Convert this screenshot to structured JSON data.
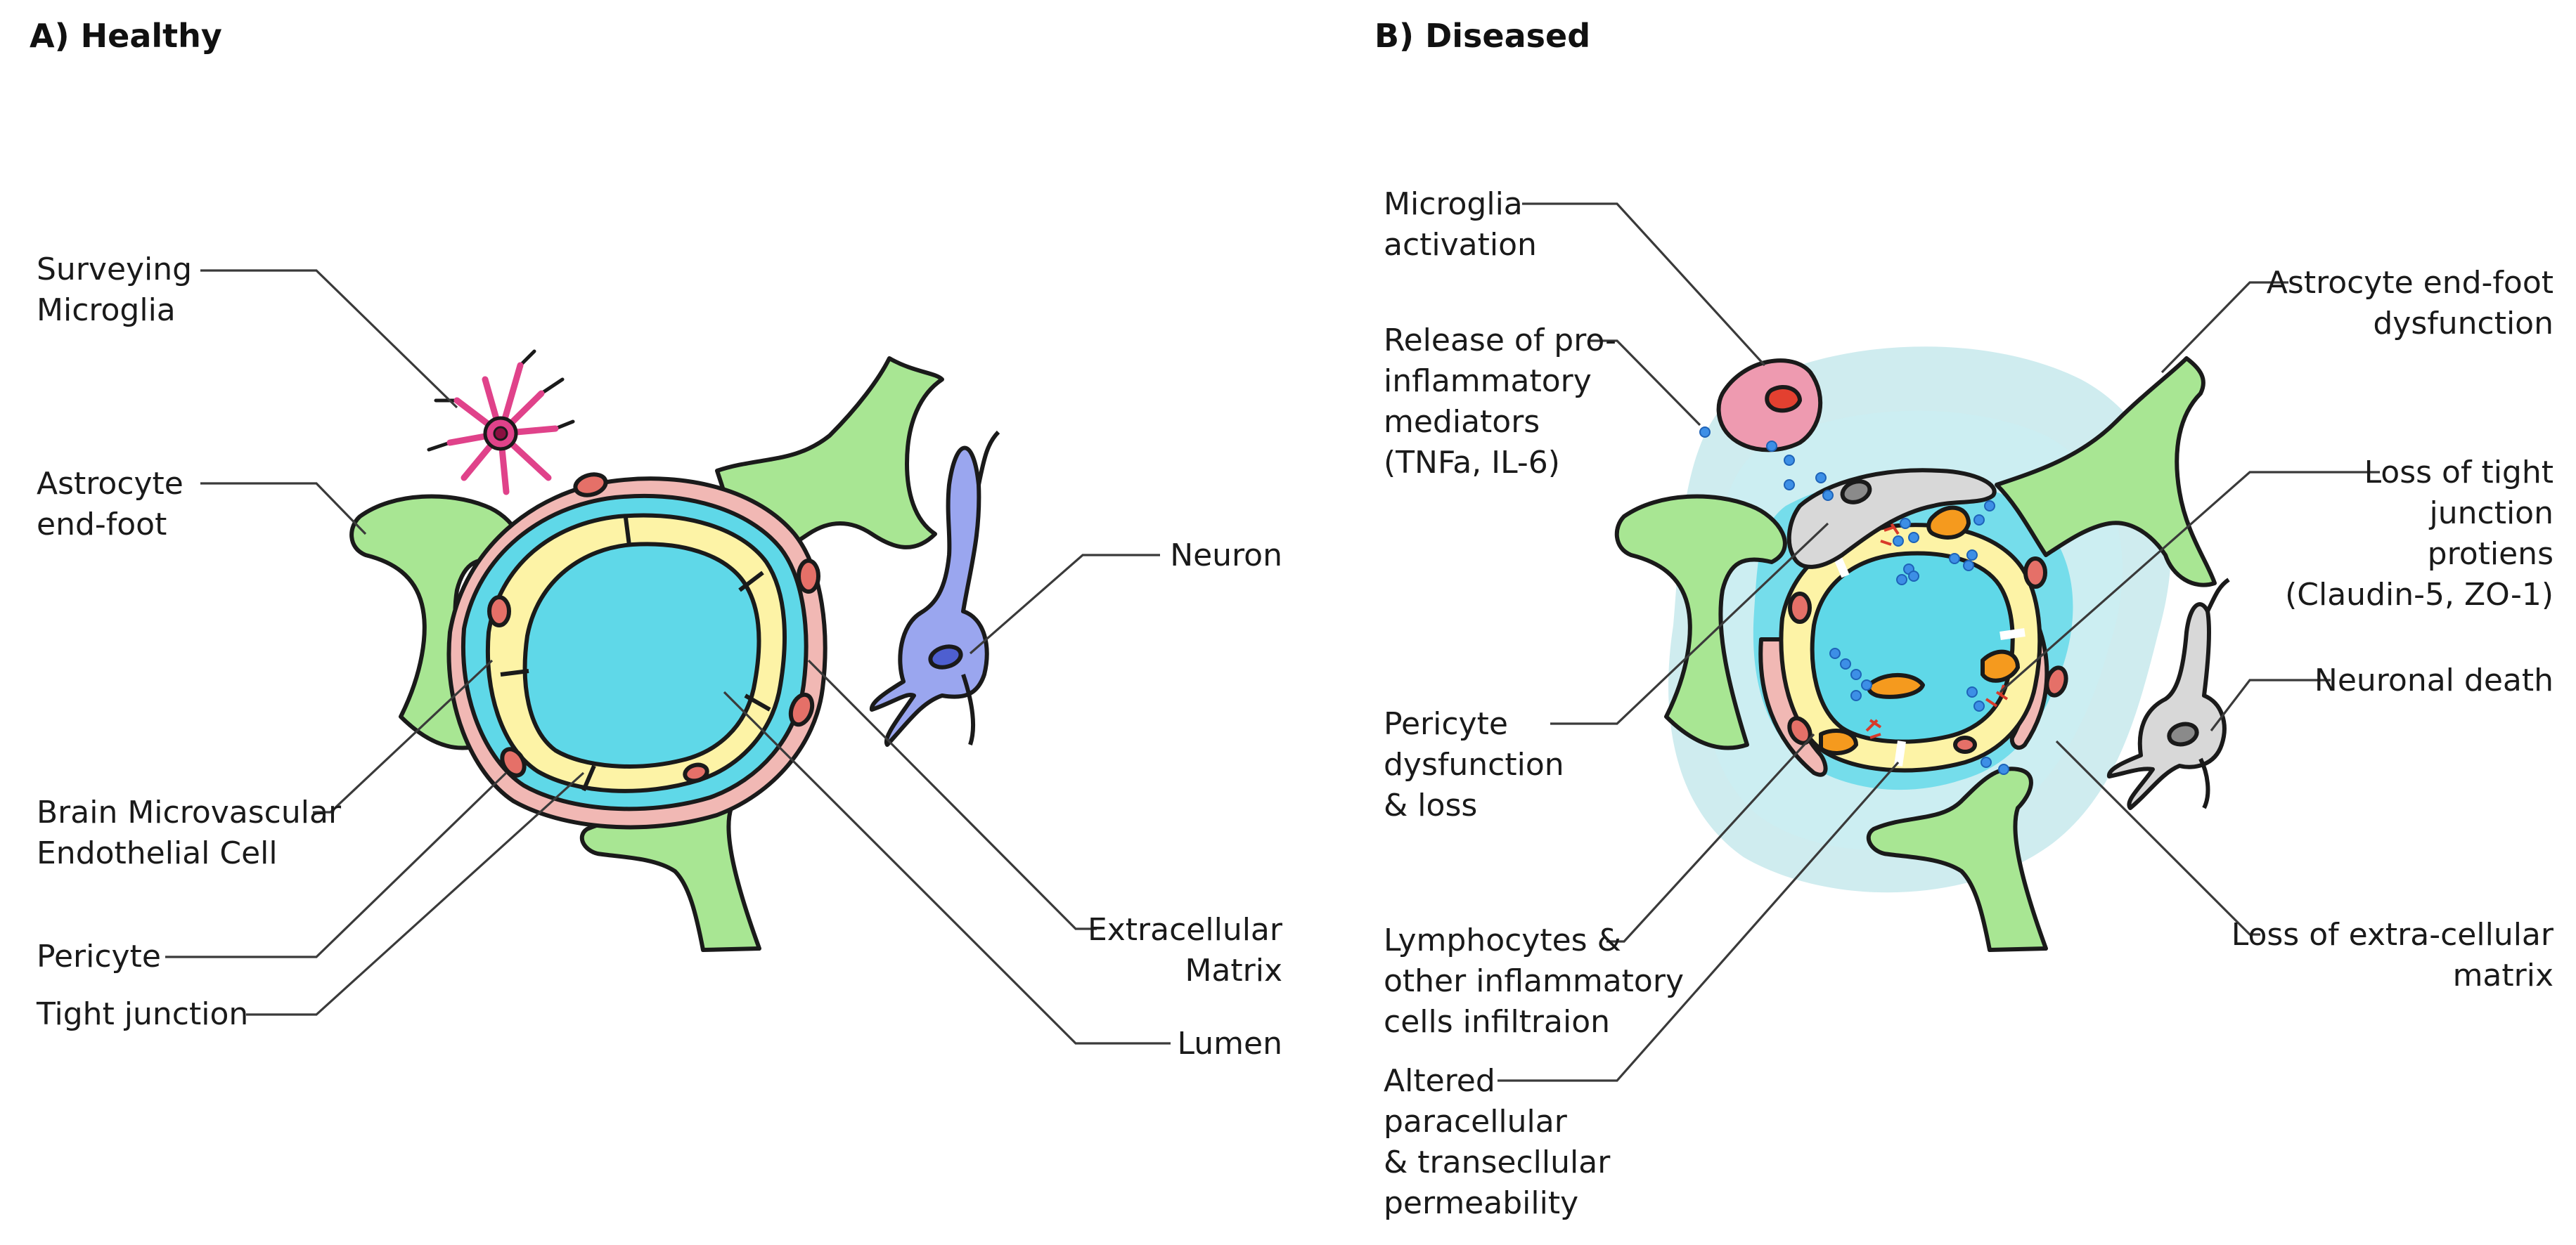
{
  "panels": [
    {
      "title": "A) Healthy"
    },
    {
      "title": "B) Diseased"
    }
  ],
  "healthy_labels": {
    "surveying_microglia": "Surveying\nMicroglia",
    "astrocyte_end_foot": "Astrocyte\nend-foot",
    "endothelial_cell": "Brain Microvascular\nEndothelial Cell",
    "pericyte": "Pericyte",
    "tight_junction": "Tight junction",
    "neuron": "Neuron",
    "extracellular_matrix": "Extracellular\nMatrix",
    "lumen": "Lumen"
  },
  "diseased_labels": {
    "microglia_activation": "Microglia\nactivation",
    "pro_inflammatory": "Release of pro-\ninflammatory\nmediators\n(TNFa, IL-6)",
    "pericyte_dysfunction": "Pericyte\ndysfunction\n& loss",
    "lymphocytes": "Lymphocytes &\nother inflammatory\ncells infiltraion",
    "permeability": "Altered\nparacellular\n& transecllular\npermeability",
    "astrocyte_dysfunction": "Astrocyte end-foot\ndysfunction",
    "loss_tight_junction": "Loss of tight\njunction\nprotiens\n(Claudin-5, ZO-1)",
    "neuronal_death": "Neuronal death",
    "loss_ecm": "Loss of extra-cellular\nmatrix"
  },
  "colors": {
    "lumen": "#5fd8e8",
    "endothelial": "#fdf3a6",
    "pericyte": "#f1b8b4",
    "pericyte_nucleus": "#e57068",
    "astrocyte": "#a8e693",
    "microglia_healthy": "#e0428a",
    "neuron_healthy": "#9aa6ef",
    "microglia_activated": "#ee9ab0",
    "dead_cell": "#d8d8d8",
    "lymphocyte": "#f59a1e",
    "mediator_dots": "#3d8fe6",
    "haze": "#bfe6ea"
  }
}
